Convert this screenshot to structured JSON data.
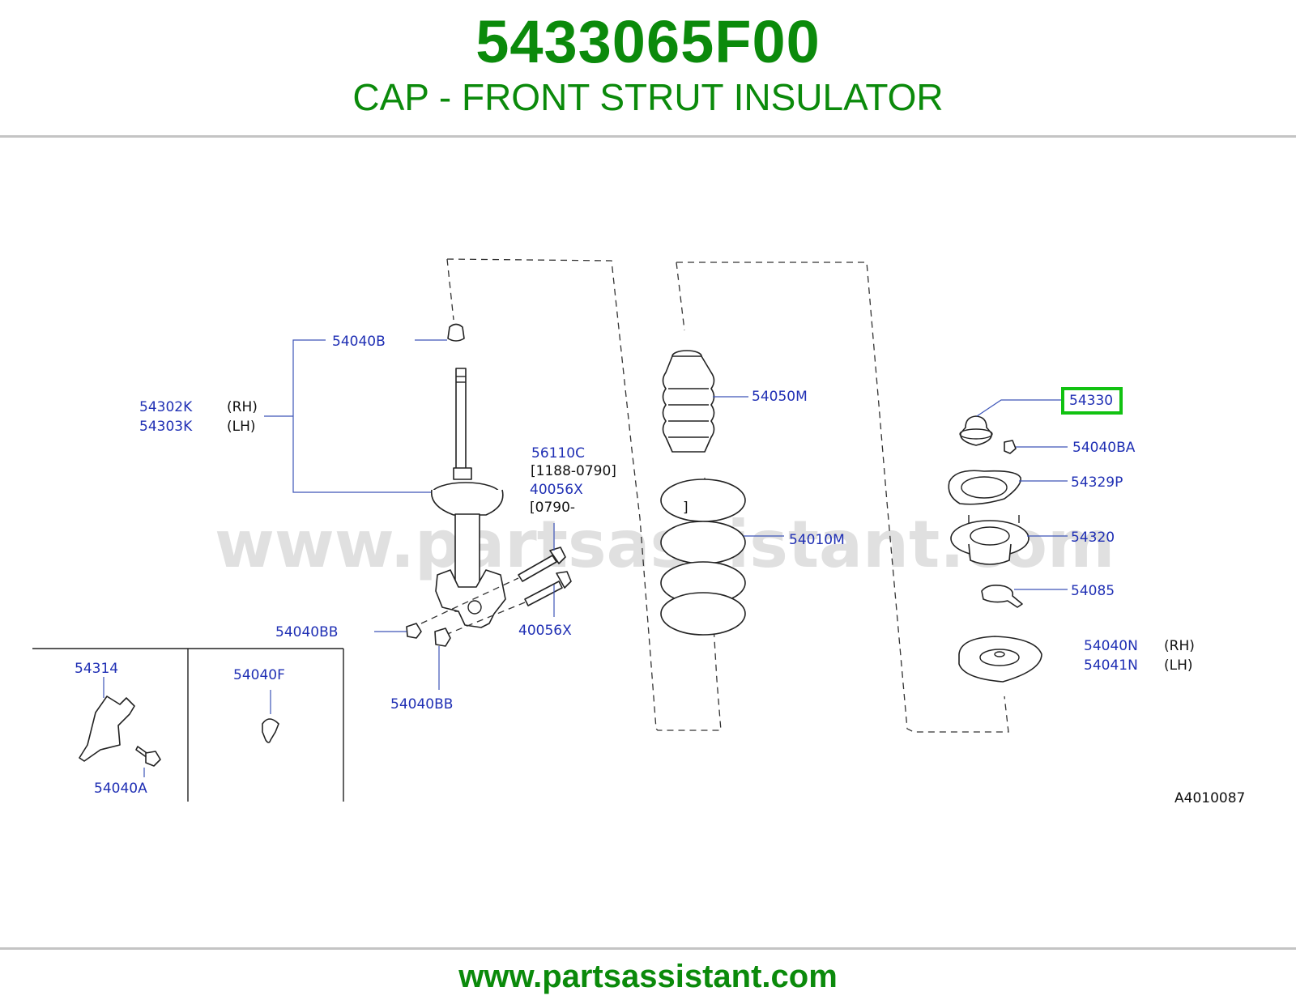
{
  "header": {
    "part_number": "5433065F00",
    "description": "CAP - FRONT STRUT INSULATOR"
  },
  "diagram": {
    "watermark": "www.partsassistant.com",
    "code": "A4010087",
    "labels": {
      "l54040B": "54040B",
      "l54302K": "54302K",
      "l54303K": "54303K",
      "rh1": "(RH)",
      "lh1": "(LH)",
      "l56110C": "56110C",
      "range1": "[1188-0790]",
      "l40056X_a": "40056X",
      "range2": "[0790-",
      "range2_end": "]",
      "l40056X_b": "40056X",
      "l54040BB_a": "54040BB",
      "l54040BB_b": "54040BB",
      "l54050M": "54050M",
      "l54010M": "54010M",
      "l54330": "54330",
      "l54040BA": "54040BA",
      "l54329P": "54329P",
      "l54320": "54320",
      "l54085": "54085",
      "l54040N": "54040N",
      "l54041N": "54041N",
      "rh2": "(RH)",
      "lh2": "(LH)",
      "l54314": "54314",
      "l54040F": "54040F",
      "l54040A": "54040A"
    },
    "highlight_color": "#11c211"
  },
  "footer": {
    "url": "www.partsassistant.com"
  }
}
